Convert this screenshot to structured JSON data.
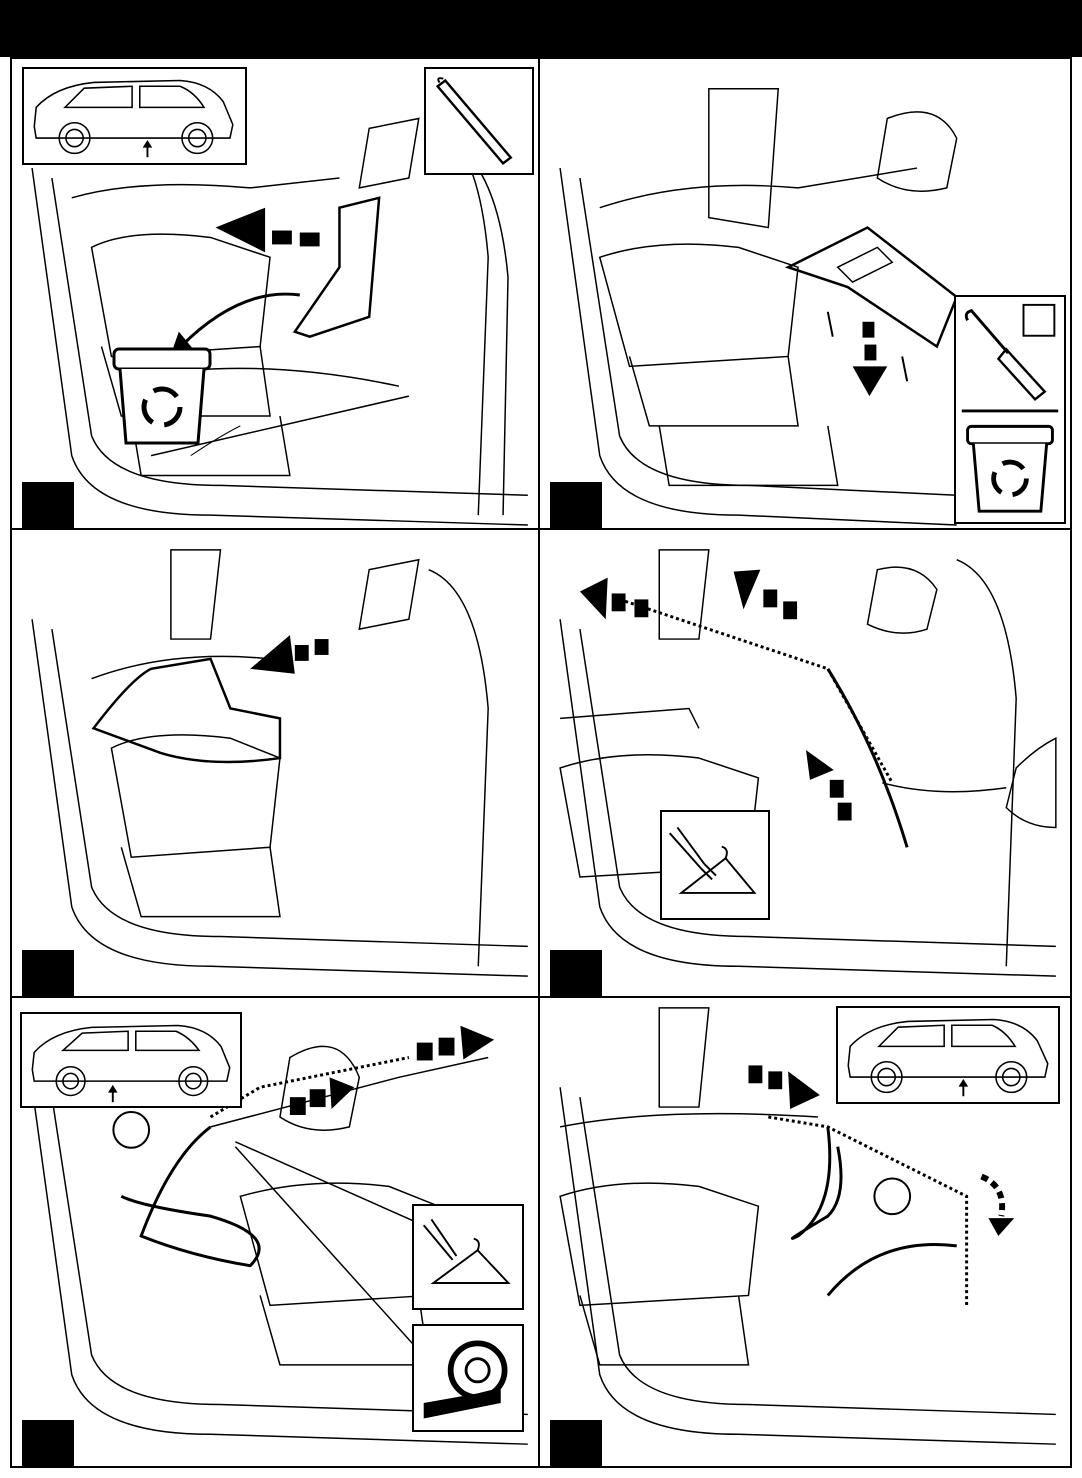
{
  "header": {
    "title": ""
  },
  "panels": [
    {
      "id": "p1",
      "step_label": ""
    },
    {
      "id": "p2",
      "step_label": ""
    },
    {
      "id": "p3",
      "step_label": ""
    },
    {
      "id": "p4",
      "step_label": ""
    },
    {
      "id": "p5",
      "step_label": ""
    },
    {
      "id": "p6",
      "step_label": ""
    }
  ],
  "icons": {
    "vehicle": "vehicle-side-view-icon",
    "trim_tool": "trim-removal-tool-icon",
    "recycle": "recycle-bin-icon",
    "screwdriver": "screwdriver-icon",
    "pliers": "pliers-icon",
    "hanger": "coat-hanger-icon",
    "tape": "tape-roll-icon",
    "arrow": "dashed-arrow-icon"
  },
  "colors": {
    "line": "#000000",
    "background": "#ffffff"
  }
}
